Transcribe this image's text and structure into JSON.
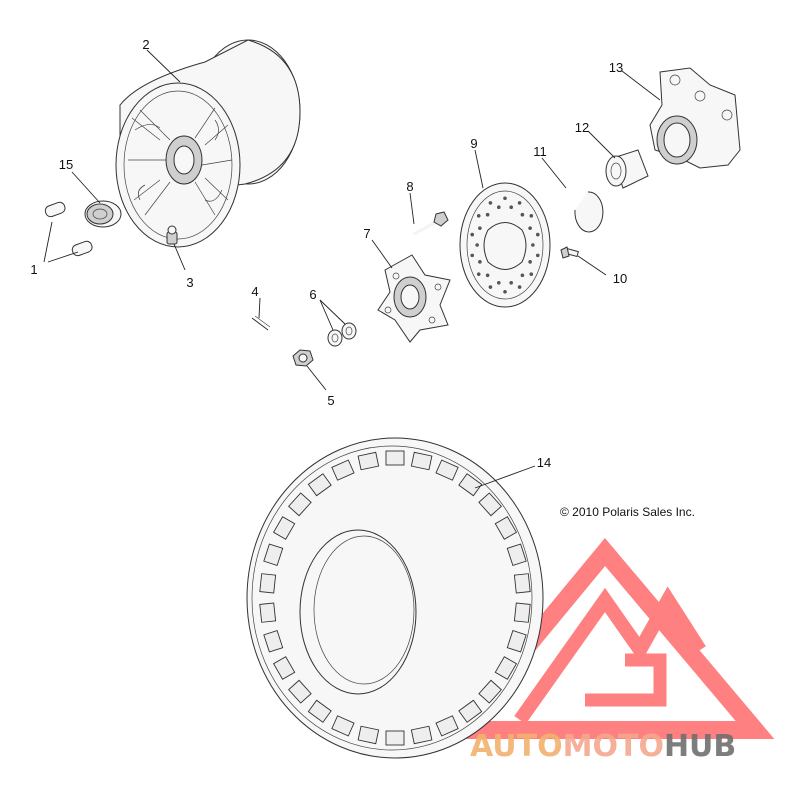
{
  "callouts": {
    "c1": "1",
    "c2": "2",
    "c3": "3",
    "c4": "4",
    "c5": "5",
    "c6": "6",
    "c7": "7",
    "c8": "8",
    "c9": "9",
    "c10": "10",
    "c11": "11",
    "c12": "12",
    "c13": "13",
    "c14": "14",
    "c15": "15"
  },
  "copyright": "© 2010 Polaris Sales Inc.",
  "watermark": {
    "auto": "AUTO",
    "moto": "MOTO",
    "hub": "HUB",
    "colors": {
      "triangle": "#ff6b6b",
      "auto": "#f2b26e",
      "moto": "#f4a88e",
      "hub": "#6f6f6f"
    }
  }
}
